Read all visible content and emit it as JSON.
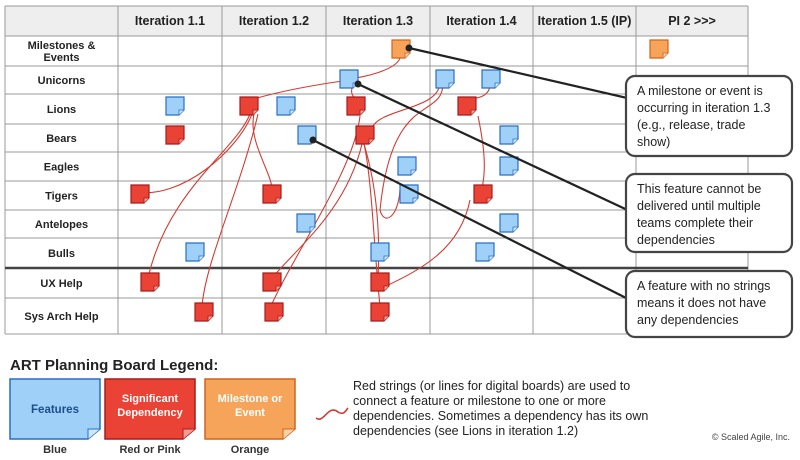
{
  "board": {
    "corner": "",
    "columns": [
      "Iteration 1.1",
      "Iteration 1.2",
      "Iteration 1.3",
      "Iteration 1.4",
      "Iteration 1.5 (IP)",
      "PI 2 >>>"
    ],
    "rows": [
      [
        "Milestones &",
        "Events"
      ],
      [
        "Unicorns"
      ],
      [
        "Lions"
      ],
      [
        "Bears"
      ],
      [
        "Eagles"
      ],
      [
        "Tigers"
      ],
      [
        "Antelopes"
      ],
      [
        "Bulls"
      ],
      [
        "UX Help"
      ],
      [
        "Sys Arch Help"
      ]
    ]
  },
  "callouts": [
    {
      "lines": [
        "A milestone or event is",
        "occurring in iteration 1.3",
        "(e.g., release, trade",
        "show)"
      ]
    },
    {
      "lines": [
        "This feature cannot be",
        "delivered until multiple",
        "teams complete their",
        "dependencies"
      ]
    },
    {
      "lines": [
        "A feature with no strings",
        "means it does not have",
        "any dependencies"
      ]
    }
  ],
  "legend": {
    "title": "ART Planning Board Legend:",
    "items": [
      {
        "card_text": [
          "Features"
        ],
        "caption": "Blue"
      },
      {
        "card_text": [
          "Significant",
          "Dependency"
        ],
        "caption": "Red or Pink"
      },
      {
        "card_text": [
          "Milestone or",
          "Event"
        ],
        "caption": "Orange"
      }
    ],
    "note": "Red strings (or lines for digital boards) are used to connect a feature or milestone to one or more dependencies. Sometimes a dependency has its own dependencies (see Lions in iteration 1.2)"
  },
  "colors": {
    "feature_fill": "#9fd0f8",
    "feature_stroke": "#2a6fc4",
    "dependency_fill": "#ea4335",
    "dependency_stroke": "#a61c1c",
    "milestone_fill": "#f6a45a",
    "milestone_stroke": "#d0641c",
    "string": "#d23c32",
    "callout_pointer": "#222222"
  },
  "copyright": "© Scaled Agile, Inc."
}
